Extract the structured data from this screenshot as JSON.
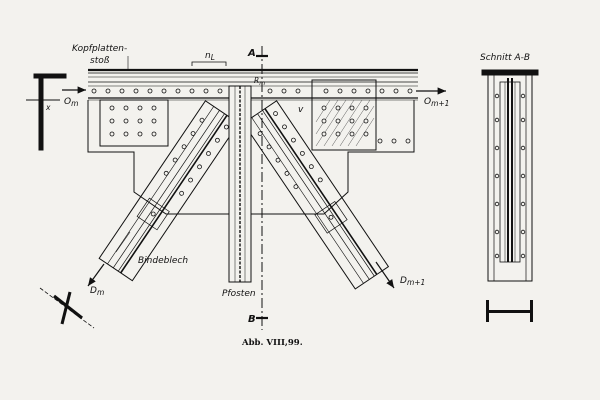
{
  "labels": {
    "kopfplattenstoss_1": "Kopfplatten-",
    "kopfplattenstoss_2": "stoß",
    "section_a": "A",
    "section_b": "B",
    "n_l": "n",
    "n_l_sub": "L",
    "r_m": "R",
    "r_m_sub": "m",
    "v": "v",
    "x": "x",
    "o_m": "O",
    "o_m_sub": "m",
    "o_m1": "O",
    "o_m1_sub": "m+1",
    "d_m": "D",
    "d_m_sub": "m",
    "d_m1": "D",
    "d_m1_sub": "m+1",
    "bindeblech": "Bindeblech",
    "pfosten": "Pfosten",
    "schnitt": "Schnitt A-B",
    "caption": "Abb. VIII,99."
  }
}
